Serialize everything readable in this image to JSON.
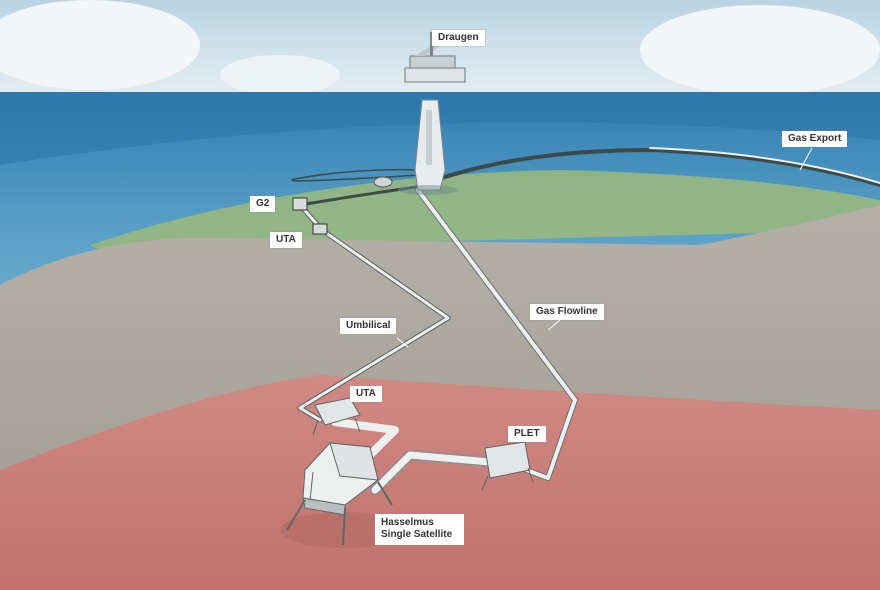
{
  "labels": {
    "platform": "Draugen",
    "gas_export": "Gas Export",
    "g2": "G2",
    "uta_top": "UTA",
    "umbilical": "Umbilical",
    "gas_flowline": "Gas Flowline",
    "uta_bottom": "UTA",
    "plet": "PLET",
    "satellite_line1": "Hasselmus",
    "satellite_line2": "Single Satellite"
  },
  "colors": {
    "sky": "#d7e6ee",
    "sea": "#3f8bb8",
    "shelf_green": "#9cba7a",
    "seabed_grey": "#aaa59c",
    "seabed_red": "#c77c76",
    "pipe": "#eef0f0"
  }
}
